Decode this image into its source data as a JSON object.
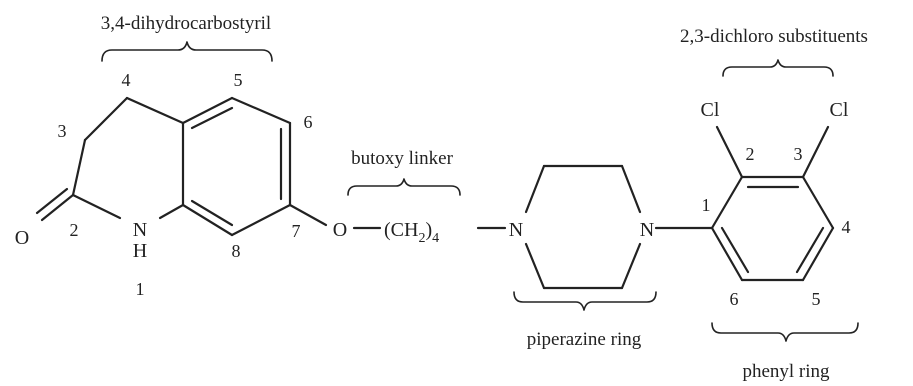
{
  "captions": {
    "dihydrocarbostyril": "3,4-dihydrocarbostyril",
    "dichloro": "2,3-dichloro substituents",
    "butoxy": "butoxy linker",
    "piperazine": "piperazine ring",
    "phenyl": "phenyl ring"
  },
  "atoms": {
    "oxygen_carbonyl": "O",
    "nh_n": "N",
    "nh_h": "H",
    "oxygen_ether": "O",
    "ch2_open": "(CH",
    "ch2_sub": "2",
    "ch2_close": ")",
    "ch2_count": "4",
    "piperazine_n1": "N",
    "piperazine_n2": "N",
    "chlorine_1": "Cl",
    "chlorine_2": "Cl"
  },
  "locants": {
    "c1": "1",
    "c2": "2",
    "c3": "3",
    "c4": "4",
    "c5": "5",
    "c6": "6",
    "c7": "7",
    "c8": "8",
    "ph1": "1",
    "ph2": "2",
    "ph3": "3",
    "ph4": "4",
    "ph5": "5",
    "ph6": "6"
  }
}
